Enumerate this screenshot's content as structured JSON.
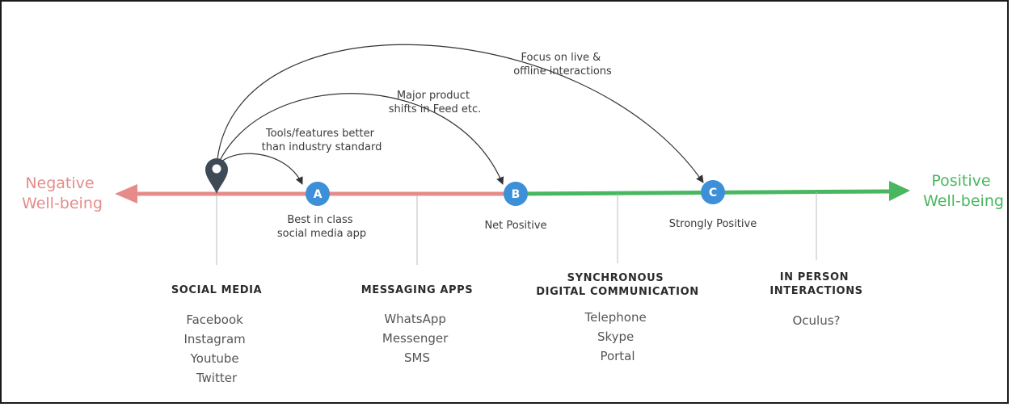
{
  "negative_label": [
    "Negative",
    "Well-being"
  ],
  "positive_label": [
    "Positive",
    "Well-being"
  ],
  "markers": [
    {
      "id": "A",
      "label": [
        "Best in class",
        "social media app"
      ]
    },
    {
      "id": "B",
      "label": [
        "Net Positive"
      ]
    },
    {
      "id": "C",
      "label": [
        "Strongly Positive"
      ]
    }
  ],
  "arcs": [
    {
      "to": "A",
      "label": [
        "Tools/features better",
        "than industry standard"
      ]
    },
    {
      "to": "B",
      "label": [
        "Major product",
        "shifts in Feed etc."
      ]
    },
    {
      "to": "C",
      "label": [
        "Focus on live &",
        "offline interactions"
      ]
    }
  ],
  "categories": [
    {
      "title": [
        "SOCIAL MEDIA"
      ],
      "items": [
        "Facebook",
        "Instagram",
        "Youtube",
        "Twitter"
      ]
    },
    {
      "title": [
        "MESSAGING APPS"
      ],
      "items": [
        "WhatsApp",
        "Messenger",
        "SMS"
      ]
    },
    {
      "title": [
        "SYNCHRONOUS",
        "DIGITAL COMMUNICATION"
      ],
      "items": [
        "Telephone",
        "Skype",
        "Portal"
      ]
    },
    {
      "title": [
        "IN PERSON",
        "INTERACTIONS"
      ],
      "items": [
        "Oculus?"
      ]
    }
  ],
  "colors": {
    "negative": "#e58c8a",
    "positive": "#49b760",
    "badge": "#3d8fd8",
    "pin": "#3e4a56"
  }
}
